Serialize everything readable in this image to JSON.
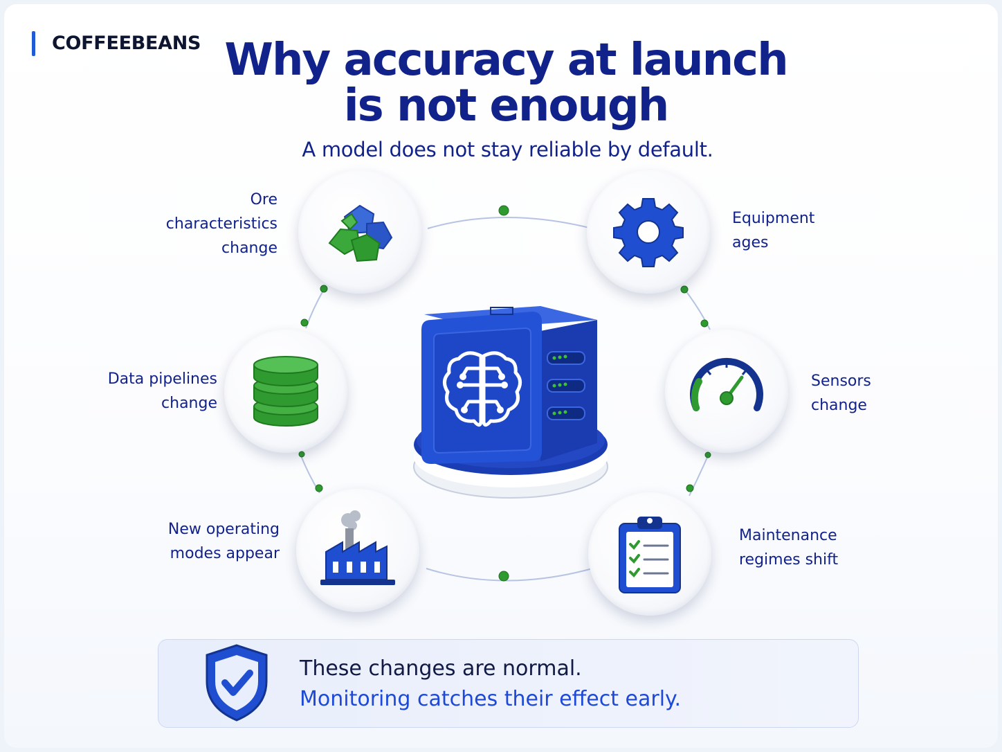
{
  "brand": "COFFEEBEANS",
  "title_lines": [
    "Why accuracy at launch",
    "is not enough"
  ],
  "subtitle": "A model does not stay reliable by default.",
  "factors": [
    {
      "id": "ore",
      "lines": [
        "Ore",
        "characteristics",
        "change"
      ],
      "icon": "ore-rocks-icon"
    },
    {
      "id": "equipment",
      "lines": [
        "Equipment",
        "ages"
      ],
      "icon": "gear-icon"
    },
    {
      "id": "pipelines",
      "lines": [
        "Data pipelines",
        "change"
      ],
      "icon": "database-icon"
    },
    {
      "id": "sensors",
      "lines": [
        "Sensors",
        "change"
      ],
      "icon": "gauge-icon"
    },
    {
      "id": "modes",
      "lines": [
        "New operating",
        "modes appear"
      ],
      "icon": "factory-icon"
    },
    {
      "id": "maintenance",
      "lines": [
        "Maintenance",
        "regimes shift"
      ],
      "icon": "clipboard-checklist-icon"
    }
  ],
  "center": {
    "icon": "ai-brain-cube-icon"
  },
  "callout": {
    "line1": "These changes are normal.",
    "line2": "Monitoring catches their effect early.",
    "icon": "shield-check-icon"
  },
  "colors": {
    "navy": "#11228a",
    "blue": "#1f4fd0",
    "green": "#2e9e2e",
    "highlight_text": "#1d49d6"
  }
}
